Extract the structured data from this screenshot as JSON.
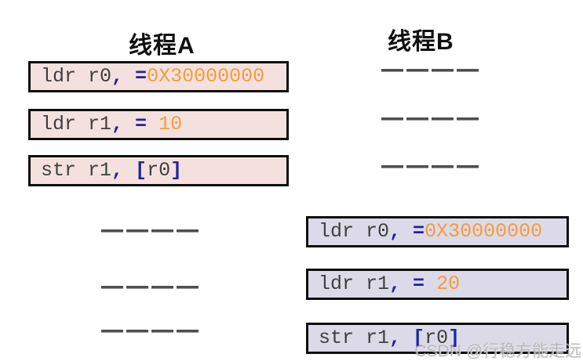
{
  "titles": {
    "thread_a": "线程A",
    "thread_b": "线程B"
  },
  "columns": {
    "thread_a": {
      "title": "线程A",
      "instructions": [
        {
          "label": "ldr r0, =0X30000000",
          "tokens": [
            {
              "text": "ldr r0",
              "type": "plain"
            },
            {
              "text": ",",
              "type": "op"
            },
            {
              "text": " ",
              "type": "plain"
            },
            {
              "text": "=",
              "type": "op"
            },
            {
              "text": "0X30000000",
              "type": "value"
            }
          ]
        },
        {
          "label": "ldr r1, = 10",
          "tokens": [
            {
              "text": "ldr r1",
              "type": "plain"
            },
            {
              "text": ",",
              "type": "op"
            },
            {
              "text": " ",
              "type": "plain"
            },
            {
              "text": "=",
              "type": "op"
            },
            {
              "text": " 10",
              "type": "value"
            }
          ]
        },
        {
          "label": "str r1, [r0]",
          "tokens": [
            {
              "text": "str r1",
              "type": "plain"
            },
            {
              "text": ",",
              "type": "op"
            },
            {
              "text": " ",
              "type": "plain"
            },
            {
              "text": "[",
              "type": "op"
            },
            {
              "text": "r0",
              "type": "plain"
            },
            {
              "text": "]",
              "type": "op"
            }
          ]
        }
      ],
      "placeholder_rows": 3,
      "dash_segments_per_row": 4
    },
    "thread_b": {
      "title": "线程B",
      "instructions": [
        {
          "label": "ldr r0, =0X30000000",
          "tokens": [
            {
              "text": "ldr r0",
              "type": "plain"
            },
            {
              "text": ",",
              "type": "op"
            },
            {
              "text": " ",
              "type": "plain"
            },
            {
              "text": "=",
              "type": "op"
            },
            {
              "text": "0X30000000",
              "type": "value"
            }
          ]
        },
        {
          "label": "ldr r1, = 20",
          "tokens": [
            {
              "text": "ldr r1",
              "type": "plain"
            },
            {
              "text": ",",
              "type": "op"
            },
            {
              "text": " ",
              "type": "plain"
            },
            {
              "text": "=",
              "type": "op"
            },
            {
              "text": " 20",
              "type": "value"
            }
          ]
        },
        {
          "label": "str r1, [r0]",
          "tokens": [
            {
              "text": "str r1",
              "type": "plain"
            },
            {
              "text": ",",
              "type": "op"
            },
            {
              "text": " ",
              "type": "plain"
            },
            {
              "text": "[",
              "type": "op"
            },
            {
              "text": "r0",
              "type": "plain"
            },
            {
              "text": "]",
              "type": "op"
            }
          ]
        }
      ],
      "placeholder_rows": 3,
      "dash_segments_per_row": 4
    }
  },
  "colors": {
    "thread_a_box_bg": "#f4e1de",
    "thread_b_box_bg": "#dcdae8",
    "box_border": "#0d0d0d",
    "code_plain": "#3f3f3f",
    "code_operator": "#2222a0",
    "code_value": "#f59c3c",
    "dash": "#4f4f4f"
  },
  "watermark": {
    "text": "CSDN @行稳方能走远"
  }
}
